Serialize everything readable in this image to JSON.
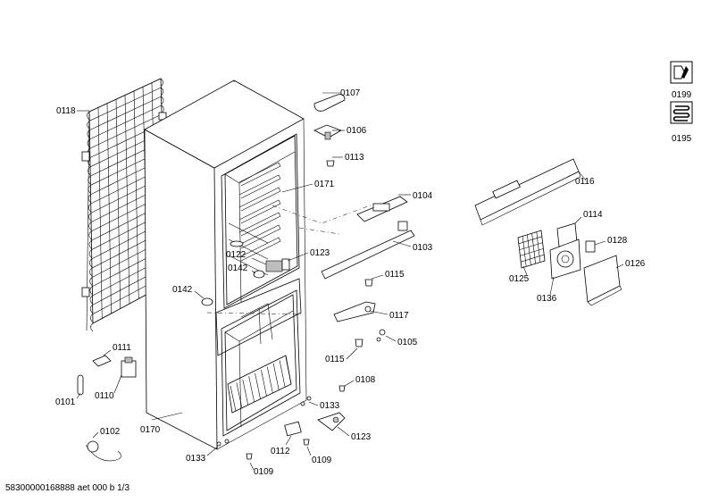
{
  "footer": {
    "doc_id": "58300000168888 aet 000 b 1/3"
  },
  "legend": [
    {
      "icon": "service-tool-icon",
      "code": "0199"
    },
    {
      "icon": "coil-icon",
      "code": "0195"
    }
  ],
  "parts": [
    {
      "id": "0107",
      "code": "0107"
    },
    {
      "id": "0106",
      "code": "0106"
    },
    {
      "id": "0113",
      "code": "0113"
    },
    {
      "id": "0171",
      "code": "0171"
    },
    {
      "id": "0104",
      "code": "0104"
    },
    {
      "id": "0103",
      "code": "0103"
    },
    {
      "id": "0123a",
      "code": "0123"
    },
    {
      "id": "0122",
      "code": "0122"
    },
    {
      "id": "0142a",
      "code": "0142"
    },
    {
      "id": "0142b",
      "code": "0142"
    },
    {
      "id": "0115a",
      "code": "0115"
    },
    {
      "id": "0117",
      "code": "0117"
    },
    {
      "id": "0105",
      "code": "0105"
    },
    {
      "id": "0115b",
      "code": "0115"
    },
    {
      "id": "0108",
      "code": "0108"
    },
    {
      "id": "0133a",
      "code": "0133"
    },
    {
      "id": "0123b",
      "code": "0123"
    },
    {
      "id": "0118",
      "code": "0118"
    },
    {
      "id": "0111",
      "code": "0111"
    },
    {
      "id": "0110",
      "code": "0110"
    },
    {
      "id": "0101",
      "code": "0101"
    },
    {
      "id": "0102",
      "code": "0102"
    },
    {
      "id": "0170",
      "code": "0170"
    },
    {
      "id": "0133b",
      "code": "0133"
    },
    {
      "id": "0109a",
      "code": "0109"
    },
    {
      "id": "0112",
      "code": "0112"
    },
    {
      "id": "0109b",
      "code": "0109"
    },
    {
      "id": "0116",
      "code": "0116"
    },
    {
      "id": "0114",
      "code": "0114"
    },
    {
      "id": "0128",
      "code": "0128"
    },
    {
      "id": "0125",
      "code": "0125"
    },
    {
      "id": "0136",
      "code": "0136"
    },
    {
      "id": "0126",
      "code": "0126"
    }
  ]
}
